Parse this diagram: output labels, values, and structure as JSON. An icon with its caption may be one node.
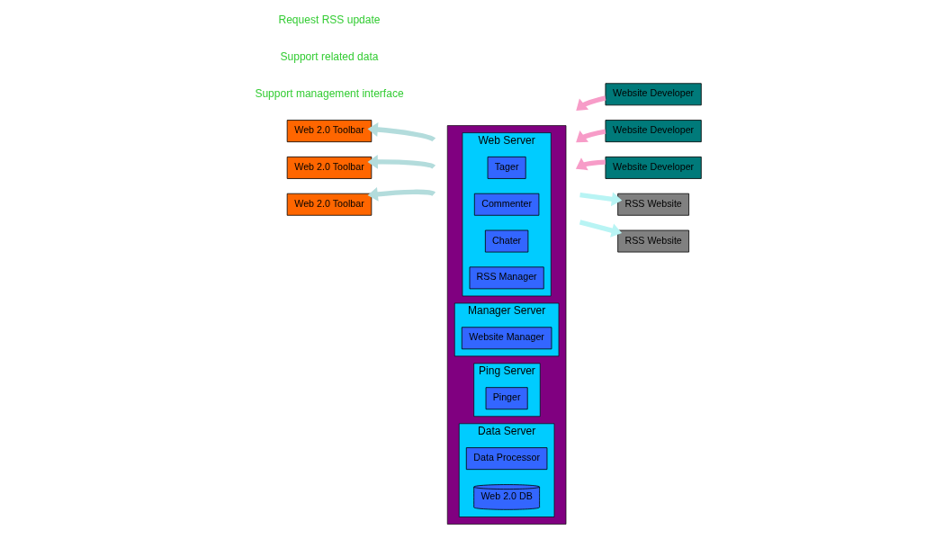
{
  "diagram": {
    "nodes": [
      {
        "text": [],
        "shape": "box"
      },
      {
        "text": [
          "Web Server"
        ],
        "in": 0
      },
      {
        "text": [
          "Tager"
        ],
        "in": 1
      },
      {
        "text": [
          "Commenter"
        ],
        "in": 1
      },
      {
        "text": [
          "Chater"
        ],
        "in": 1
      },
      {
        "text": [
          "RSS Manager"
        ],
        "in": 1
      },
      {
        "text": [
          "Manager Server"
        ],
        "in": 0
      },
      {
        "text": [
          "Website Manager"
        ],
        "in": 6
      },
      {
        "text": [
          "Ping Server"
        ],
        "in": 0
      },
      {
        "text": [
          "Pinger"
        ],
        "in": 8
      },
      {
        "text": [
          "Data Server"
        ],
        "in": 0
      },
      {
        "text": [
          "Data Processor"
        ],
        "in": 10
      },
      {
        "text": [
          "Web 2.0 DB"
        ],
        "in": 10
      },
      {
        "text": [
          "Web 2.0 Toolbar"
        ]
      },
      {
        "text": [
          "Web 2.0 Toolbar"
        ]
      },
      {
        "text": [
          "Web 2.0 Toolbar"
        ]
      },
      {
        "text": [
          "Website Developer"
        ]
      },
      {
        "text": [
          "Website Developer"
        ]
      },
      {
        "text": [
          "Website Developer"
        ]
      },
      {
        "text": [
          "RSS Website"
        ]
      },
      {
        "text": [
          "RSS Website"
        ]
      }
    ],
    "edges": [
      {
        "from": null,
        "to": 13,
        "arrow": "to",
        "color": "#b3dcdc"
      },
      {
        "from": null,
        "to": 14,
        "arrow": "to",
        "color": "#b3dcdc"
      },
      {
        "from": null,
        "to": 15,
        "arrow": "to",
        "color": "#b3dcdc"
      },
      {
        "from": 16,
        "to": null,
        "arrow": "to",
        "color": "#f79cc8"
      },
      {
        "from": 17,
        "to": null,
        "arrow": "to",
        "color": "#f79cc8"
      },
      {
        "from": 18,
        "to": null,
        "arrow": "to",
        "color": "#f79cc8"
      },
      {
        "from": null,
        "to": 19,
        "arrow": "to",
        "color": "#b8f4f4"
      },
      {
        "from": null,
        "to": 20,
        "arrow": "to",
        "color": "#b8f4f4"
      }
    ],
    "labels": [
      "Support management interface",
      "Support related data",
      "Request RSS update"
    ]
  }
}
